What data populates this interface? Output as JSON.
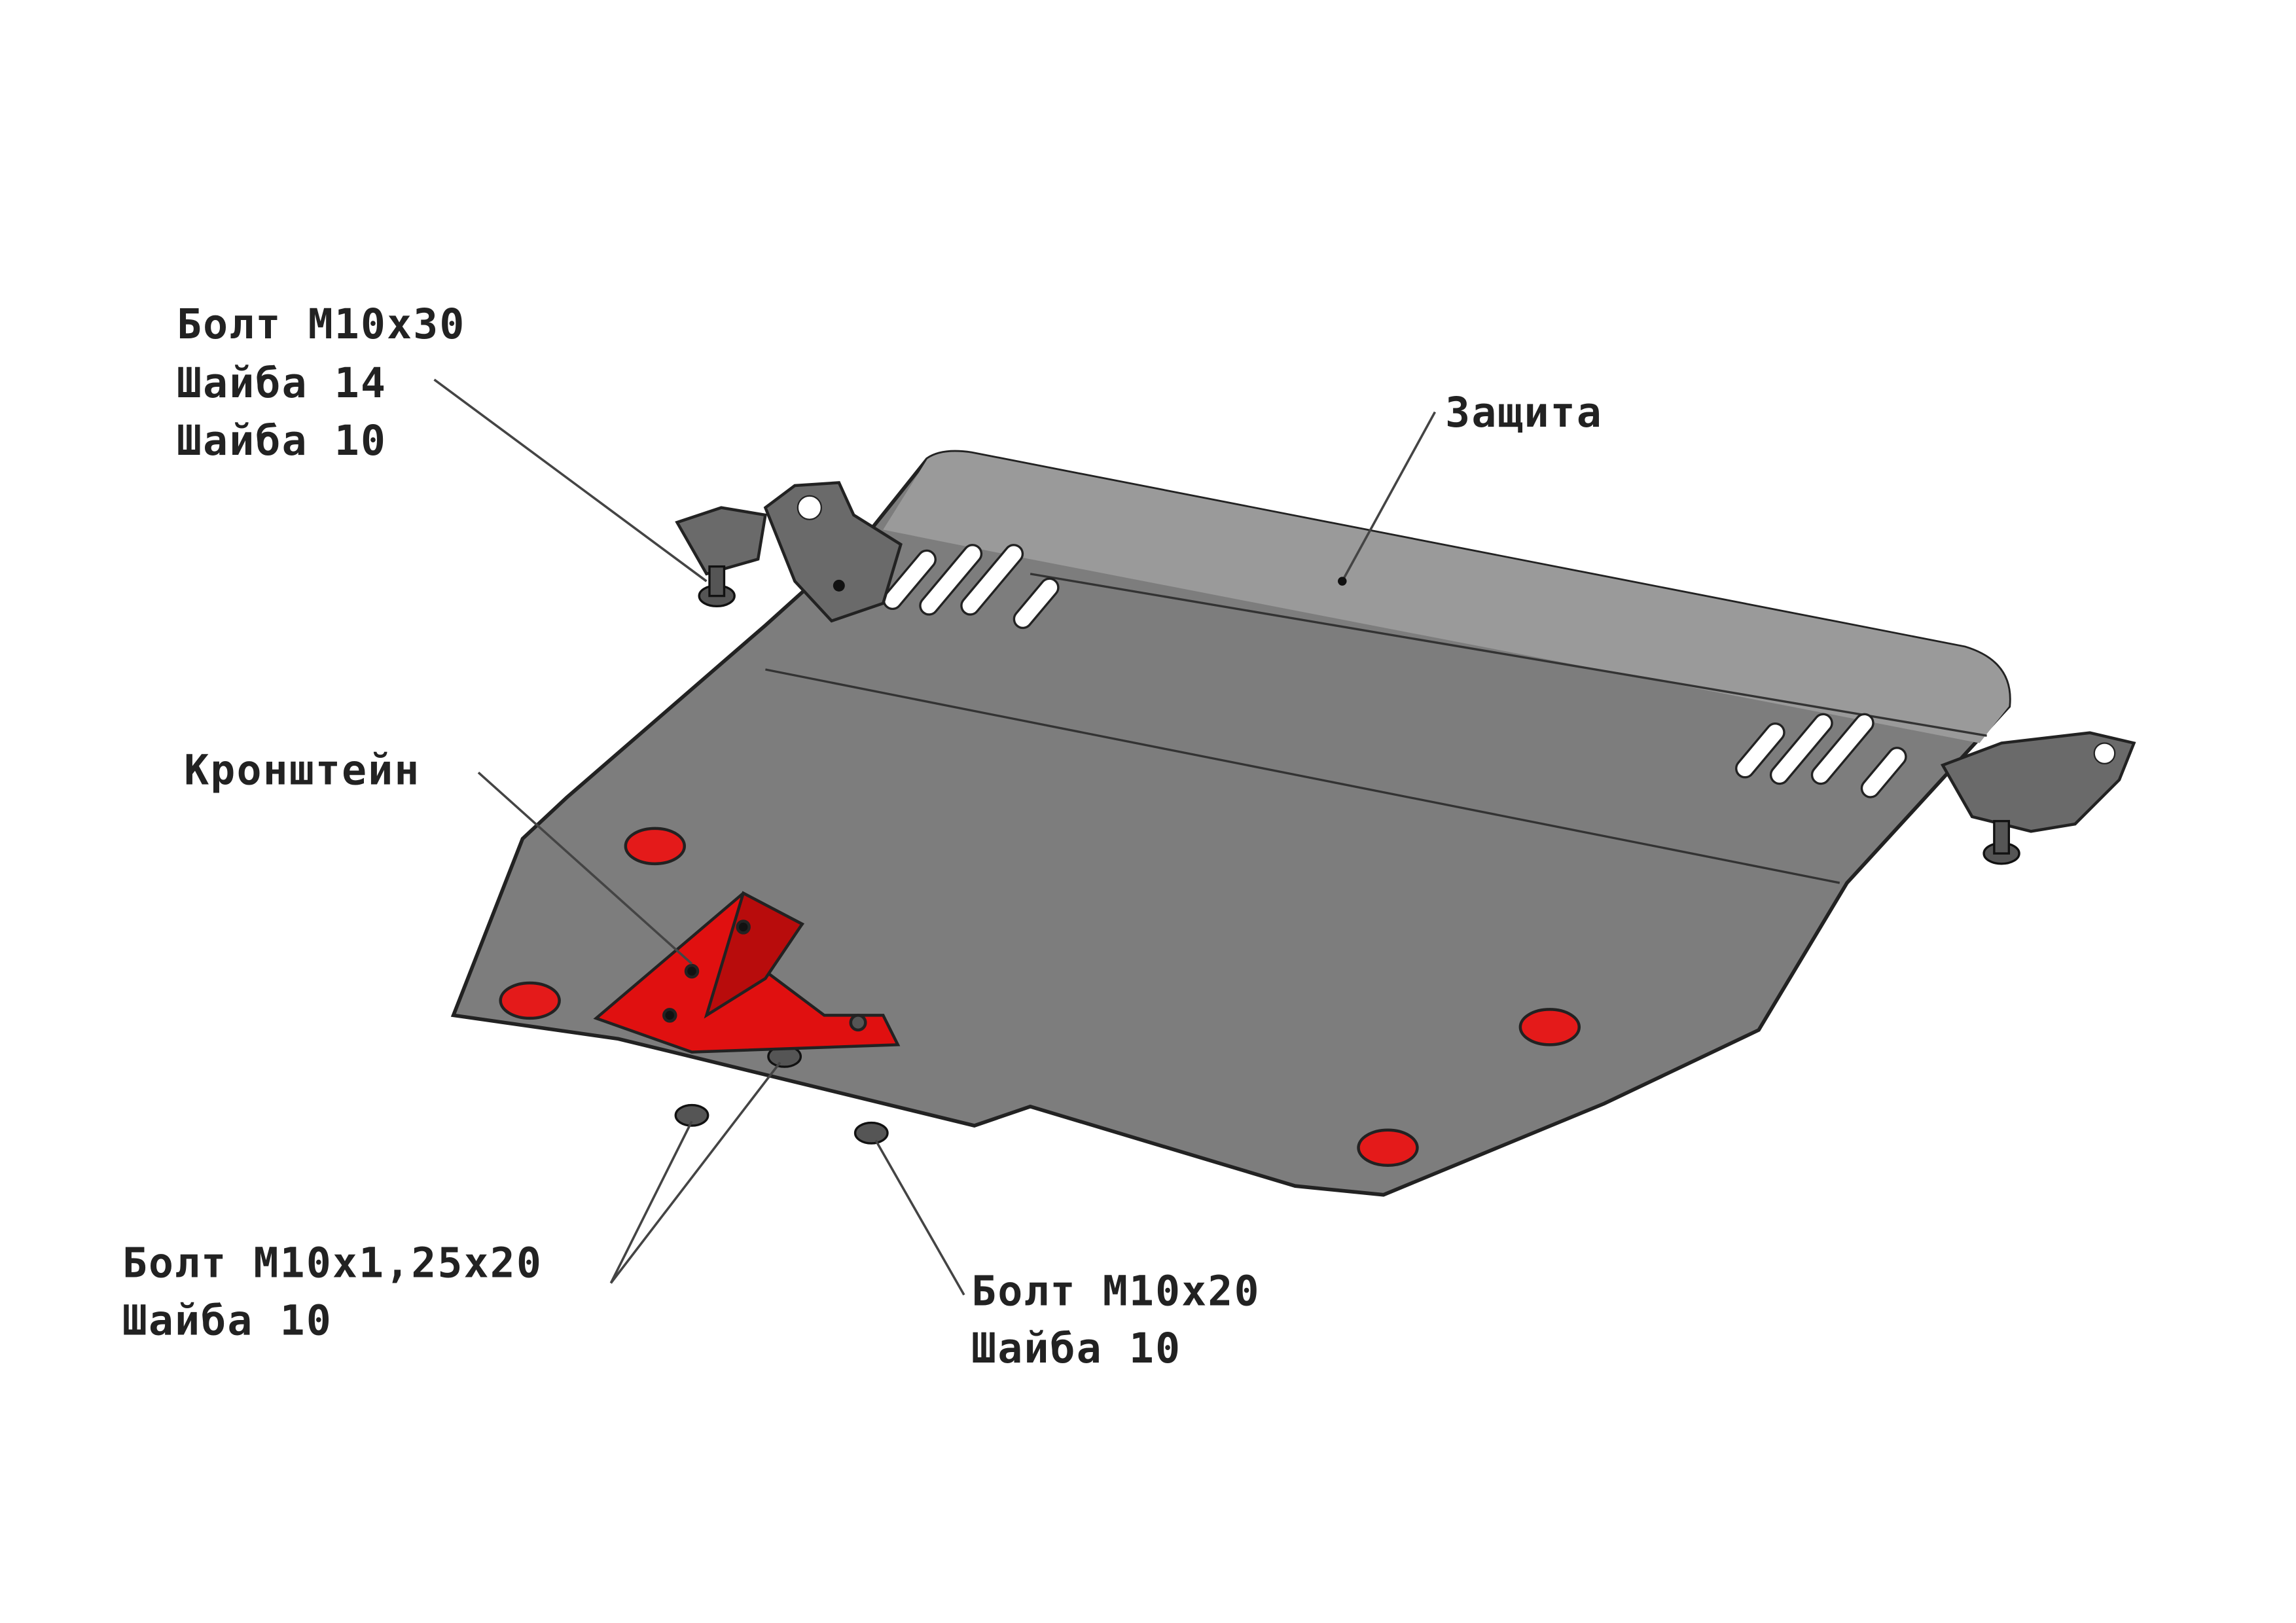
{
  "labels": {
    "top_left_bolt": [
      "Болт М10х30",
      "Шайба 14",
      "Шайба 10"
    ],
    "guard": "Защита",
    "bracket": "Кронштейн",
    "bottom_left_bolt": [
      "Болт М10х1,25х20",
      "Шайба 10"
    ],
    "bottom_right_bolt": [
      "Болт М10х20",
      "Шайба 10"
    ]
  },
  "colors": {
    "plate": "#7d7d7d",
    "plate_light": "#9a9a9a",
    "bracket": "#e01010",
    "pad": "#e41a1a",
    "outline": "#222222"
  }
}
